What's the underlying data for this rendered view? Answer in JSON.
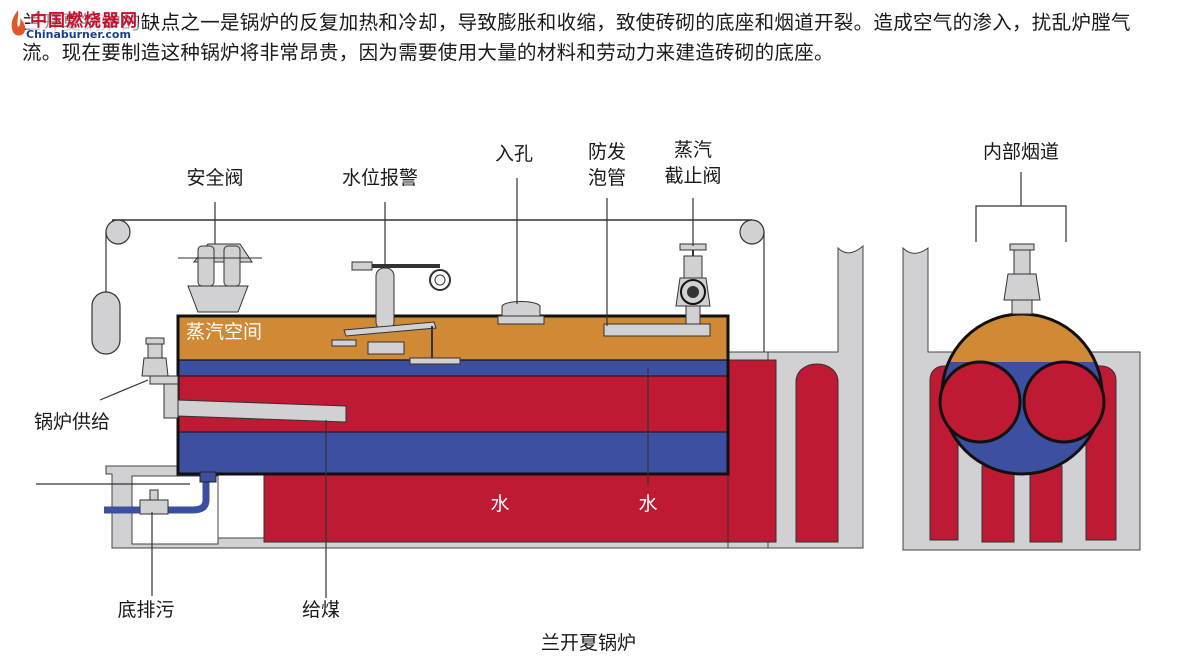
{
  "watermark": {
    "name_cn": "中国燃烧器网",
    "domain": "Chinaburner.com"
  },
  "intro_text": "兰开夏锅炉的缺点之一是锅炉的反复加热和冷却，导致膨胀和收缩，致使砖砌的底座和烟道开裂。造成空气的渗入，扰乱炉膛气流。现在要制造这种锅炉将非常昂贵，因为需要使用大量的材料和劳动力来建造砖砌的底座。",
  "labels": {
    "safety_valve": "安全阀",
    "water_level_alarm": "水位报警",
    "manhole": "入孔",
    "anti_foam_line1": "防发",
    "anti_foam_line2": "泡管",
    "steam_valve_line1": "蒸汽",
    "steam_valve_line2": "截止阀",
    "inner_flue": "内部烟道",
    "steam_space": "蒸汽空间",
    "feed_water": "锅炉供给",
    "water_left": "水",
    "water_right": "水",
    "blowdown": "底排污",
    "coal_feed": "给煤"
  },
  "caption": "兰开夏锅炉",
  "colors": {
    "steam": "#d08a36",
    "water_blue": "#3d4fa0",
    "hot_red": "#bf1a33",
    "brick_gray": "#d1d1d3",
    "outline": "#111111"
  }
}
